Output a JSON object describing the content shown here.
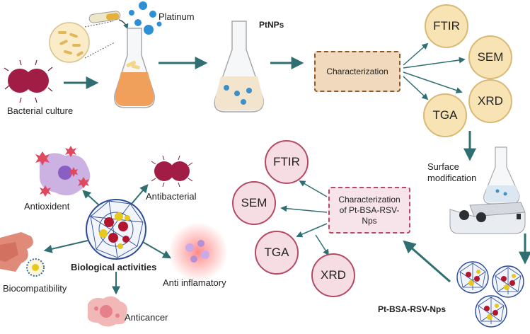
{
  "labels": {
    "platinum": "Platinum",
    "ptnps": "PtNPs",
    "bacterial_culture": "Bacterial culture",
    "characterization": "Characterization",
    "surface_modification": "Surface\nmodification",
    "characterization_pt": "Characterization\nof Pt-BSA-RSV-\nNps",
    "pt_bsa_rsv_nps": "Pt-BSA-RSV-Nps",
    "biological_activities": "Biological activities",
    "antioxident": "Antioxident",
    "antibacterial": "Antibacterial",
    "anti_inflamatory": "Anti inflamatory",
    "biocompatibility": "Biocompatibility",
    "anticancer": "Anticancer"
  },
  "top_techniques": [
    "FTIR",
    "SEM",
    "XRD",
    "TGA"
  ],
  "bottom_techniques": [
    "FTIR",
    "SEM",
    "TGA",
    "XRD"
  ],
  "colors": {
    "arrow": "#2f6f72",
    "tan_circle": "#f8e3b5",
    "pink_circle": "#f6dde3",
    "flask_orange": "#f0a05a",
    "nanoparticle_blue": "#3e8fc8"
  }
}
